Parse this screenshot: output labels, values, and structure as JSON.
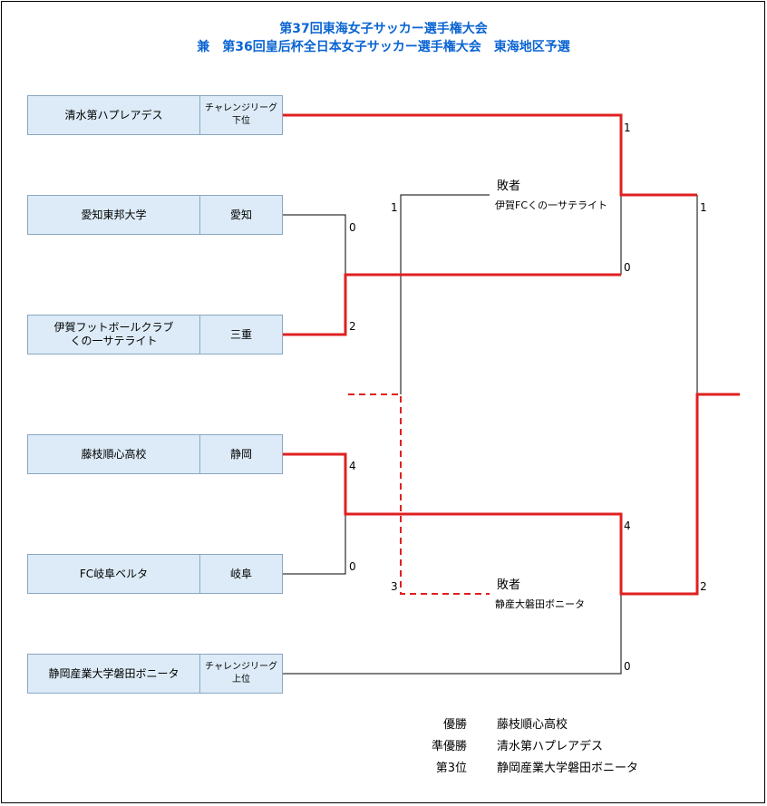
{
  "title_line1": "第37回東海女子サッカー選手権大会",
  "title_line2": "兼　第36回皇后杯全日本女子サッカー選手権大会　東海地区予選",
  "colors": {
    "title": "#0a64d2",
    "winner_line": "#e02020",
    "cell_bg": "#dcebf7"
  },
  "teams": [
    {
      "name": "清水第ハプレアデス",
      "pref": "チャレンジリーグ\n下位"
    },
    {
      "name": "愛知東邦大学",
      "pref": "愛知"
    },
    {
      "name": "伊賀フットボールクラブ\nくの一サテライト",
      "pref": "三重"
    },
    {
      "name": "藤枝順心高校",
      "pref": "静岡"
    },
    {
      "name": "FC岐阜ベルタ",
      "pref": "岐阜"
    },
    {
      "name": "静岡産業大学磐田ボニータ",
      "pref": "チャレンジリーグ\n上位"
    }
  ],
  "scores": {
    "r1a_top": "0",
    "r1a_bottom": "2",
    "r1b_top": "4",
    "r1b_bottom": "0",
    "sf1_top": "1",
    "sf1_bottom": "0",
    "sf2_top": "4",
    "sf2_bottom": "0",
    "third_top": "1",
    "third_bottom": "3",
    "final_top": "1",
    "final_bottom": "2"
  },
  "third_place": {
    "loser_top_label": "敗者",
    "loser_top_team": "伊賀FCくの一サテライト",
    "loser_bottom_label": "敗者",
    "loser_bottom_team": "静産大磐田ボニータ"
  },
  "results": [
    {
      "label": "優勝",
      "team": "藤枝順心高校"
    },
    {
      "label": "準優勝",
      "team": "清水第ハプレアデス"
    },
    {
      "label": "第3位",
      "team": "静岡産業大学磐田ボニータ"
    }
  ]
}
